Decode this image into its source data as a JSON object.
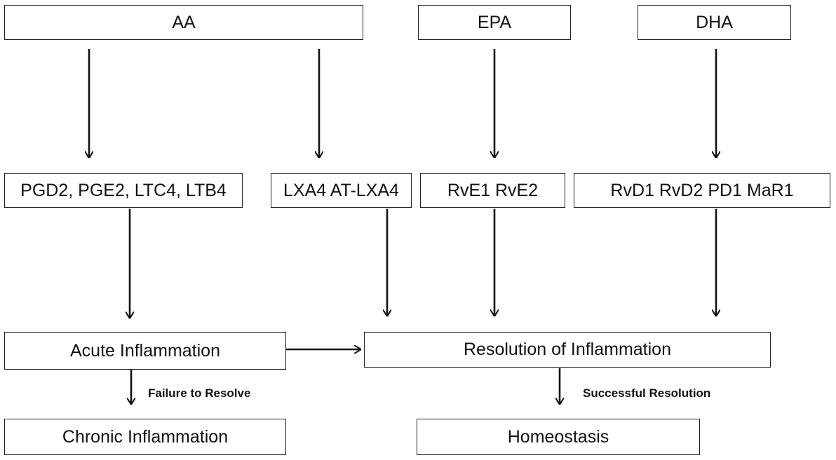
{
  "nodes": {
    "aa": "AA",
    "epa": "EPA",
    "dha": "DHA",
    "aa_mediators": "PGD2, PGE2, LTC4, LTB4",
    "lipoxins": "LXA4 AT-LXA4",
    "e_resolvins": "RvE1 RvE2",
    "d_mediators": "RvD1 RvD2 PD1 MaR1",
    "acute": "Acute Inflammation",
    "resolution": "Resolution of Inflammation",
    "chronic": "Chronic Inflammation",
    "homeostasis": "Homeostasis"
  },
  "edge_labels": {
    "failure": "Failure to Resolve",
    "success": "Successful Resolution"
  }
}
